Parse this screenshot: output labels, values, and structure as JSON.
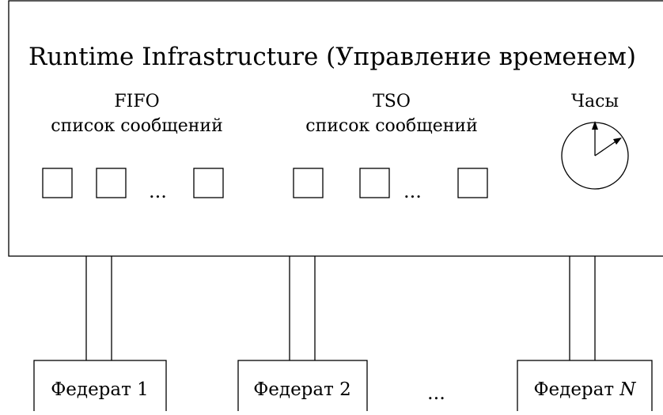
{
  "rti": {
    "title": "Runtime Infrastructure (Управление временем)",
    "fifo": {
      "line1": "FIFO",
      "line2": "список сообщений",
      "ellipsis": "..."
    },
    "tso": {
      "line1": "TSO",
      "line2": "список сообщений",
      "ellipsis": "..."
    },
    "clock": {
      "label": "Часы"
    }
  },
  "federates": {
    "items": [
      {
        "label": "Федерат 1"
      },
      {
        "label": "Федерат 2"
      },
      {
        "label_prefix": "Федерат ",
        "label_suffix": "N"
      }
    ],
    "ellipsis": "..."
  }
}
